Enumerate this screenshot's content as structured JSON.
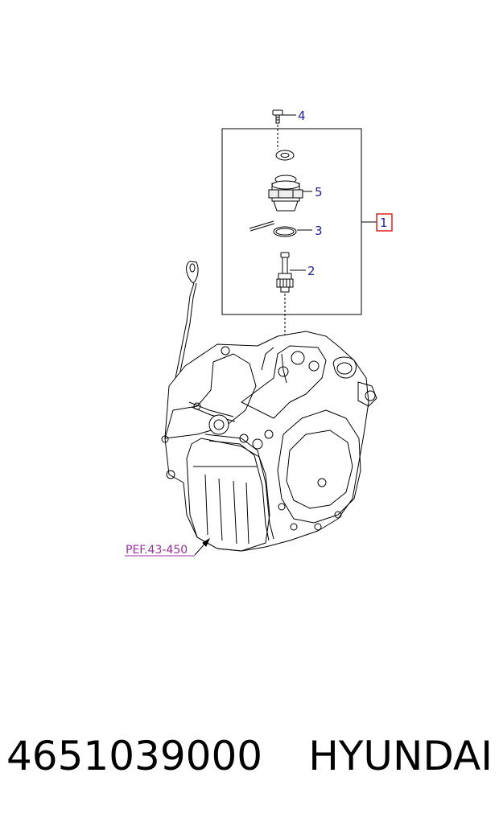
{
  "callouts": {
    "c1": "1",
    "c2": "2",
    "c3": "3",
    "c4": "4",
    "c5": "5"
  },
  "reference": "PEF.43-450",
  "caption": {
    "part_number": "4651039000",
    "brand": "HYUNDAI"
  },
  "colors": {
    "callout_text": "#1f1fa0",
    "reference_text": "#9b2fa0",
    "highlight_box": "#e02020",
    "line_art": "#000000"
  }
}
